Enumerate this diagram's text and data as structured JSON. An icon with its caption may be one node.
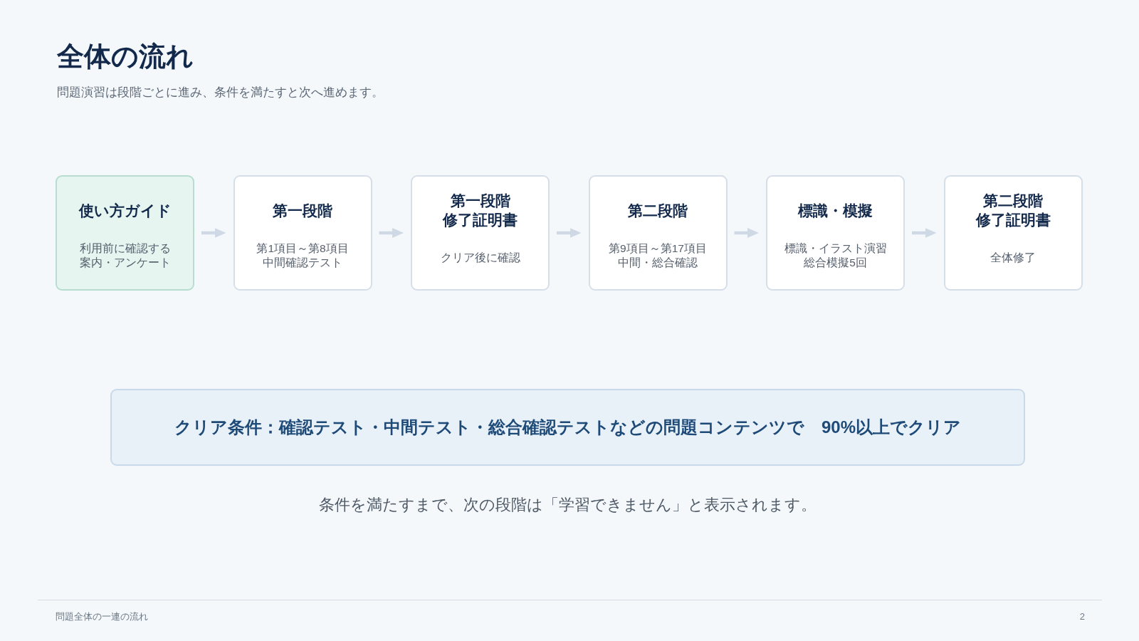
{
  "diagram": {
    "title": "全体の流れ",
    "nodes": [
      {
        "text": [
          "使い方ガイド",
          "利用前に確認する案内・アンケート"
        ]
      },
      {
        "text": [
          "第一段階",
          "第1項目～第8項目中間確認テスト"
        ]
      },
      {
        "text": [
          "第一段階修了証明書",
          "クリア後に確認"
        ]
      },
      {
        "text": [
          "第二段階",
          "第9項目～第17項目中間・総合確認"
        ]
      },
      {
        "text": [
          "標識・模擬",
          "標識・イラスト演習総合模擬5回"
        ]
      },
      {
        "text": [
          "第二段階修了証明書",
          "全体修了"
        ]
      },
      {
        "text": [
          "クリア条件：確認テスト・中間テスト・総合確認テストなどの問題コンテンツで　90%以上でクリア"
        ]
      }
    ],
    "edges": [
      {
        "from": 0,
        "to": 1,
        "arrow": "to"
      },
      {
        "from": 1,
        "to": 2,
        "arrow": "to"
      },
      {
        "from": 2,
        "to": 3,
        "arrow": "to"
      },
      {
        "from": 3,
        "to": 4,
        "arrow": "to"
      },
      {
        "from": 4,
        "to": 5,
        "arrow": "to"
      }
    ],
    "labels": [
      "問題演習は段階ごとに進み、条件を満たすと次へ進めます。",
      "条件を満たすまで、次の段階は「学習できません」と表示されます。",
      "問題全体の一連の流れ",
      "2"
    ]
  }
}
